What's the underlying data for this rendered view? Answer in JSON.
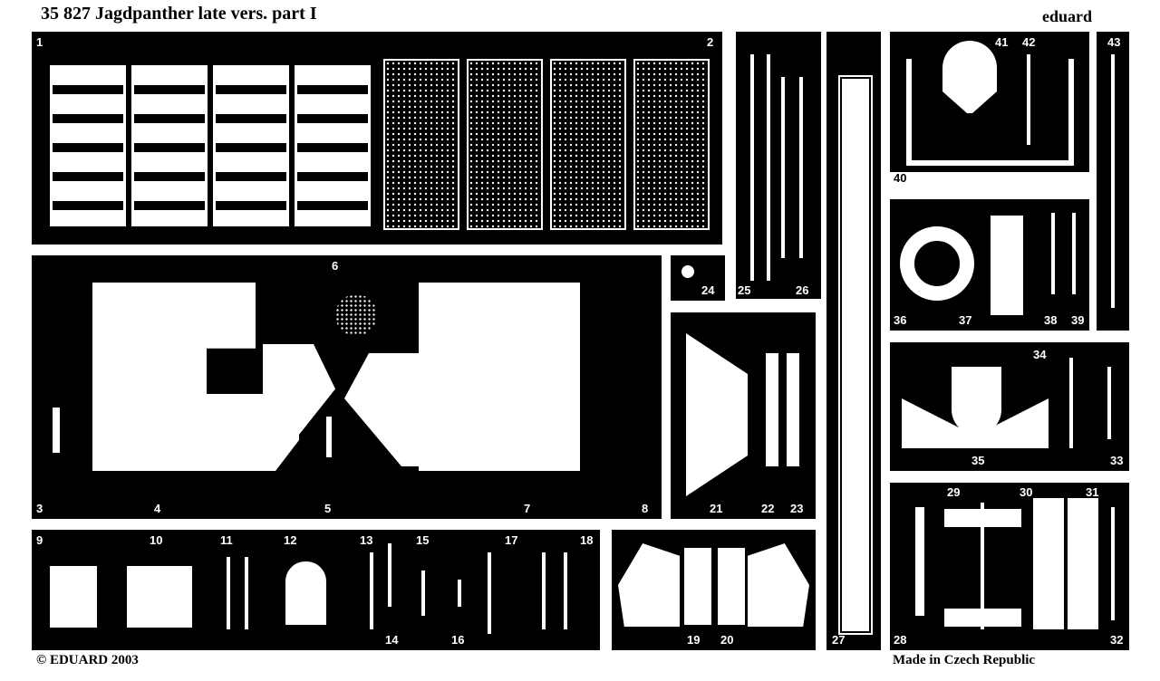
{
  "header": {
    "title": "35 827 Jagdpanther late vers. part I",
    "brand": "eduard"
  },
  "footer": {
    "copyright": "© EDUARD 2003",
    "origin": "Made in Czech Republic"
  },
  "labels": [
    "1",
    "2",
    "3",
    "4",
    "5",
    "6",
    "7",
    "8",
    "9",
    "10",
    "11",
    "12",
    "13",
    "14",
    "15",
    "16",
    "17",
    "18",
    "19",
    "20",
    "21",
    "22",
    "23",
    "24",
    "25",
    "26",
    "27",
    "28",
    "29",
    "30",
    "31",
    "32",
    "33",
    "34",
    "35",
    "36",
    "37",
    "38",
    "39",
    "40",
    "41",
    "42",
    "43"
  ]
}
